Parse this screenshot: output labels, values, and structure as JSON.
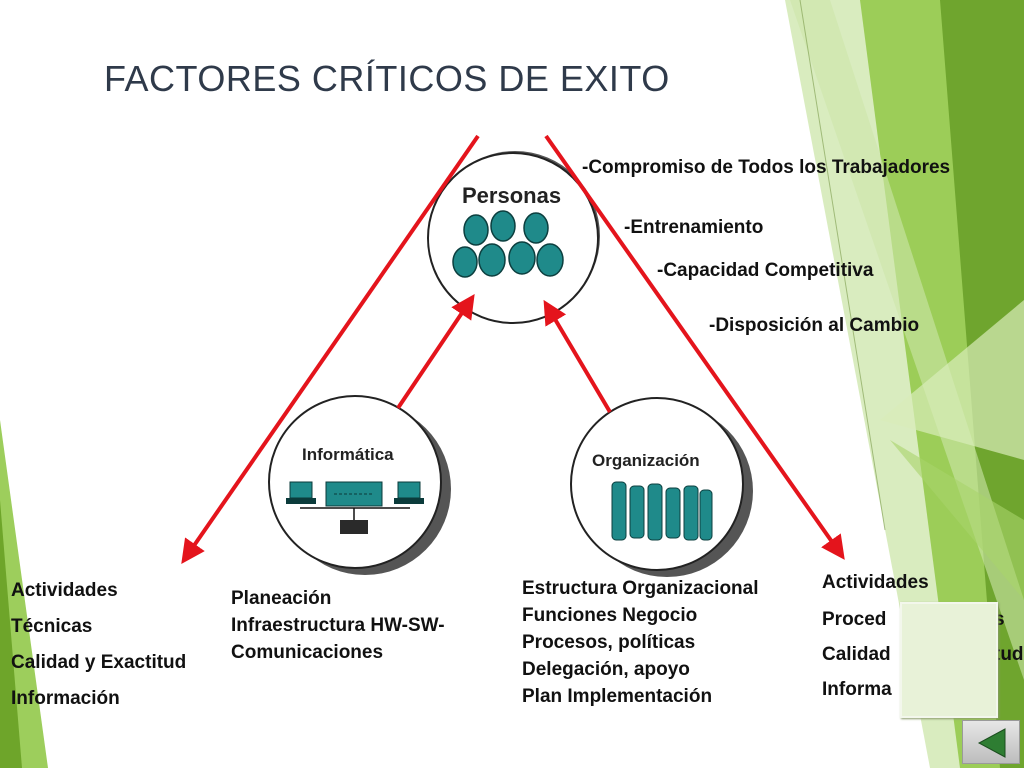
{
  "slide": {
    "title": "FACTORES CRÍTICOS DE EXITO",
    "colors": {
      "arrow": "#e4141c",
      "icon": "#1f8a8a",
      "accent_green": "#8cc63f"
    }
  },
  "nodes": {
    "personas": {
      "label": "Personas",
      "icon": "people-group-icon"
    },
    "informatica": {
      "label": "Informática",
      "icon": "network-computers-icon"
    },
    "organizacion": {
      "label": "Organización",
      "icon": "organization-people-icon"
    }
  },
  "personas_factors": [
    "-Compromiso de Todos los Trabajadores",
    "-Entrenamiento",
    "-Capacidad Competitiva",
    "-Disposición al Cambio"
  ],
  "left_list": [
    "Actividades",
    "Técnicas",
    "Calidad y Exactitud",
    "Información"
  ],
  "informatica_list": [
    "Planeación",
    "Infraestructura HW-SW-",
    "Comunicaciones"
  ],
  "organizacion_list": [
    "Estructura Organizacional",
    "Funciones Negocio",
    "Procesos, políticas",
    "Delegación, apoyo",
    "Plan Implementación"
  ],
  "right_list": [
    "Actividades",
    "Proced",
    "s",
    "Calidad",
    "tud",
    "Informa"
  ],
  "nav": {
    "icon": "back-arrow-icon"
  }
}
